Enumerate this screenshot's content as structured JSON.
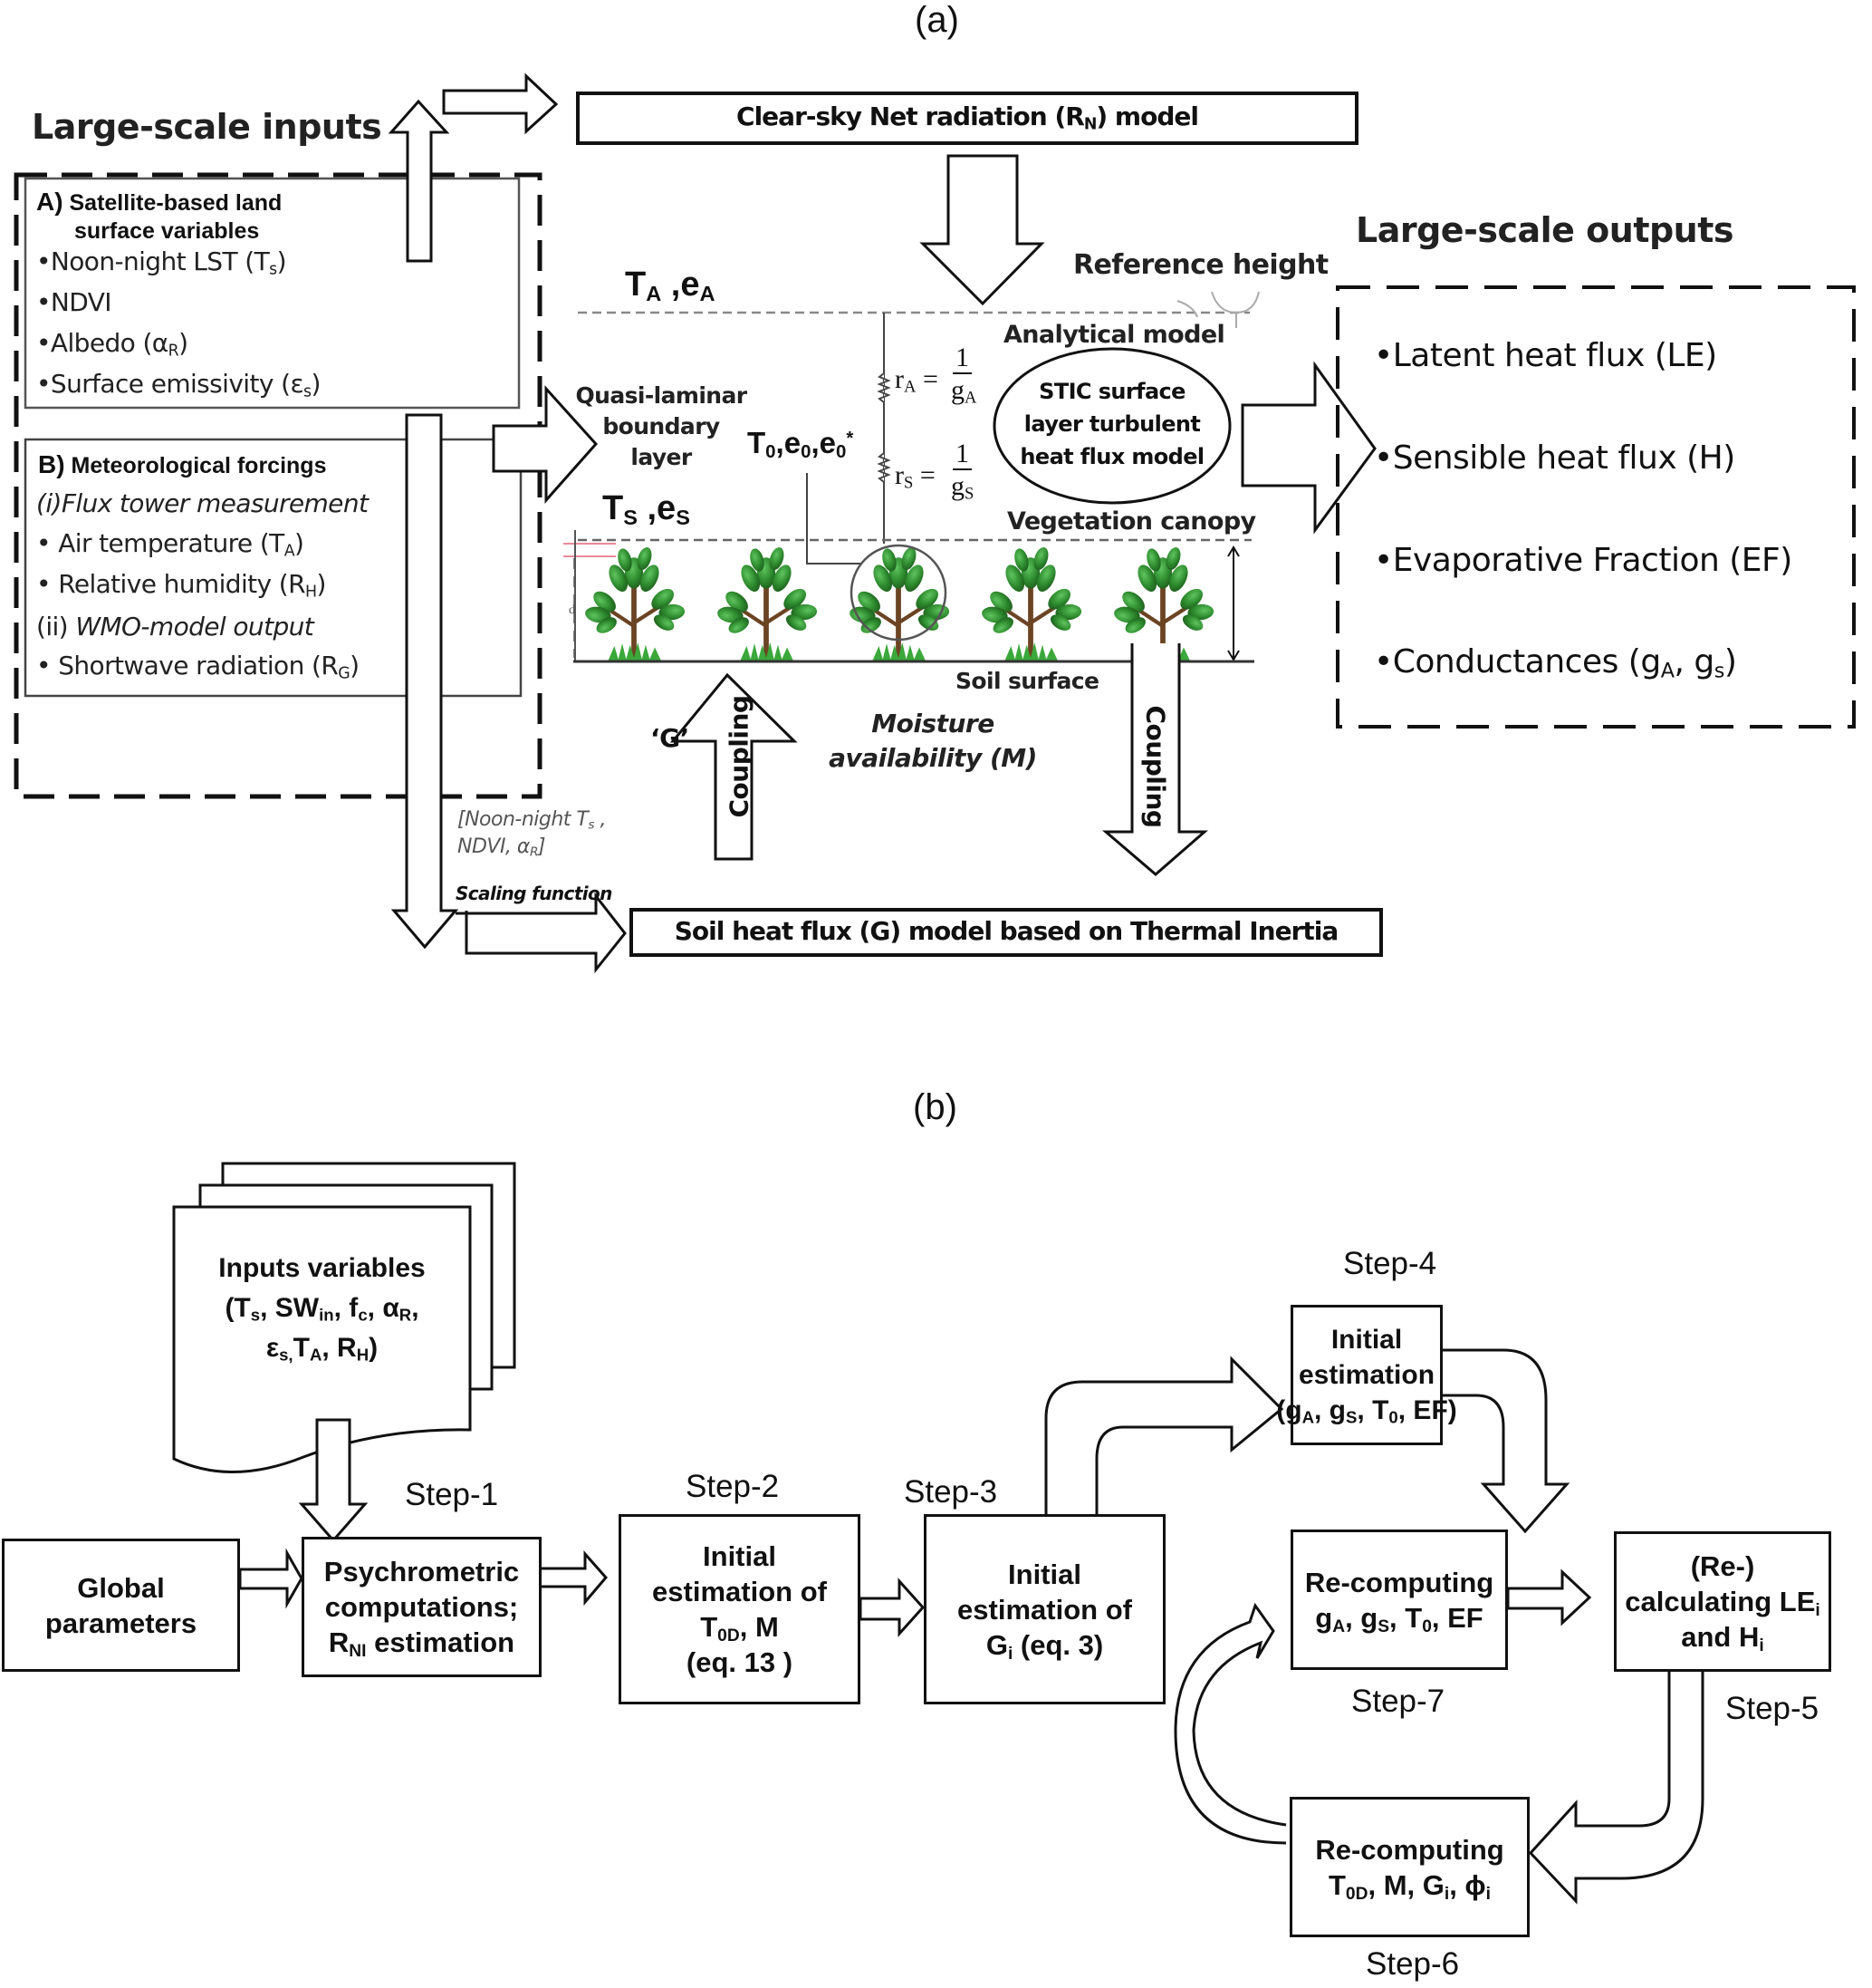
{
  "figure": {
    "panel_a_label": "(a)",
    "panel_b_label": "(b)"
  },
  "panel_a": {
    "inputs_heading": "Large-scale inputs",
    "section_a": {
      "lead": "A)",
      "title_line1": "Satellite-based land",
      "title_line2": "surface variables",
      "items": [
        {
          "text": "Noon-night LST (T",
          "sub": "s",
          "tail": ")"
        },
        {
          "text": "NDVI",
          "sub": "",
          "tail": ""
        },
        {
          "text": "Albedo (α",
          "sub": "R",
          "tail": ")"
        },
        {
          "text": "Surface emissivity (ε",
          "sub": "s",
          "tail": ")"
        }
      ]
    },
    "section_b": {
      "lead": "B)",
      "title": "Meteorological forcings",
      "sub1_num": "(i)",
      "sub1_title": "Flux tower measurement",
      "sub1_items": [
        {
          "text": "Air temperature  (T",
          "sub": "A",
          "tail": ")"
        },
        {
          "text": "Relative humidity (R",
          "sub": "H",
          "tail": ")"
        }
      ],
      "sub2_num": "(ii)",
      "sub2_title": "WMO-model output",
      "sub2_items": [
        {
          "text": "Shortwave radiation (R",
          "sub": "G",
          "tail": ")"
        }
      ]
    },
    "net_radiation_box": {
      "pre": "Clear-sky Net radiation (R",
      "sub": "N",
      "post": ") model"
    },
    "soil_heat_box": "Soil heat flux (G) model based on Thermal Inertia",
    "reference_height": "Reference height",
    "analytical_model": "Analytical model",
    "ta_ea": {
      "t": "T",
      "t_sub": "A",
      "sep": " ,e",
      "e_sub": "A"
    },
    "ts_es": {
      "t": "T",
      "t_sub": "S",
      "sep": " ,e",
      "e_sub": "S"
    },
    "t0_e0": {
      "t": "T",
      "t_sub": "0",
      "e1": ",e",
      "e1_sub": "0",
      "e2": ",e",
      "e2_sub": "0",
      "e2_sup": "*"
    },
    "quasi_laminar": [
      "Quasi-laminar",
      "boundary",
      "layer"
    ],
    "ra_eq": {
      "lhs": "r",
      "lhs_sub": "A",
      "num": "1",
      "den": "g",
      "den_sub": "A"
    },
    "rs_eq": {
      "lhs": "r",
      "lhs_sub": "S",
      "num": "1",
      "den": "g",
      "den_sub": "S"
    },
    "stic_ellipse": [
      "STIC surface",
      "layer  turbulent",
      "heat flux model"
    ],
    "vegetation_canopy": "Vegetation canopy",
    "soil_surface": "Soil surface",
    "d_label": "d",
    "moisture": [
      "Moisture",
      "availability (M)"
    ],
    "g_label": "‘G’",
    "coupling_up": "Coupling",
    "coupling_down": "Coupling",
    "scaling_note": {
      "line1_pre": "[Noon-night T",
      "line1_sub": "s",
      "line1_post": " ,",
      "line2_pre": "NDVI, α",
      "line2_sub": "R",
      "line2_post": "]"
    },
    "scaling_function": "Scaling function",
    "tree_count": 5,
    "colors": {
      "leaf": "#2e8b2e",
      "leaf_dark": "#1e5e1e",
      "trunk": "#6b4423",
      "marker": "#e88a9a"
    },
    "outputs_heading": "Large-scale outputs",
    "outputs": [
      {
        "text": "•Latent heat flux (LE)"
      },
      {
        "text": "•Sensible heat flux (H)"
      },
      {
        "text": "•Evaporative Fraction  (EF)"
      },
      {
        "pre": "•Conductances  (g",
        "sub1": "A",
        "mid": ", g",
        "sub2": "s",
        "post": ")"
      }
    ]
  },
  "panel_b": {
    "inputs_doc": {
      "line1": "Inputs variables",
      "l2_parts": [
        "(T",
        "s",
        ", SW",
        "in",
        ", f",
        "c",
        ", α",
        "R",
        ","
      ],
      "l3_parts": [
        "ε",
        "s,",
        "T",
        "A",
        ", R",
        "H",
        ")"
      ]
    },
    "global_params": [
      "Global",
      "parameters"
    ],
    "step1": {
      "label": "Step-1",
      "lines": [
        "Psychrometric",
        "computations;"
      ],
      "l3_pre": "R",
      "l3_sub": "NI",
      "l3_post": " estimation"
    },
    "step2": {
      "label": "Step-2",
      "l1": "Initial",
      "l2": "estimation  of",
      "l3_pre": "T",
      "l3_sub": "0D",
      "l3_post": ", M",
      "l4": "(eq. 13 )"
    },
    "step3": {
      "label": "Step-3",
      "l1": "Initial",
      "l2": "estimation  of",
      "l3_pre": "G",
      "l3_sub": "i",
      "l3_post": " (eq. 3)"
    },
    "step4": {
      "label": "Step-4",
      "l1": "Initial",
      "l2": "estimation",
      "l3": [
        "(g",
        "A",
        ", g",
        "S",
        ", T",
        "0",
        ", EF)"
      ]
    },
    "step5": {
      "label": "Step-5",
      "l1": "(Re-)",
      "l2_pre": "calculating  LE",
      "l2_sub": "i",
      "l3_pre": "and H",
      "l3_sub": "i"
    },
    "step6": {
      "label": "Step-6",
      "l1": "Re-computing",
      "l2": [
        "T",
        "0D",
        ", M, G",
        "i",
        ",  ϕ",
        "i"
      ]
    },
    "step7": {
      "label": "Step-7",
      "l1": "Re-computing",
      "l2": [
        "g",
        "A",
        ", g",
        "S",
        ", T",
        "0",
        ", EF"
      ]
    }
  }
}
